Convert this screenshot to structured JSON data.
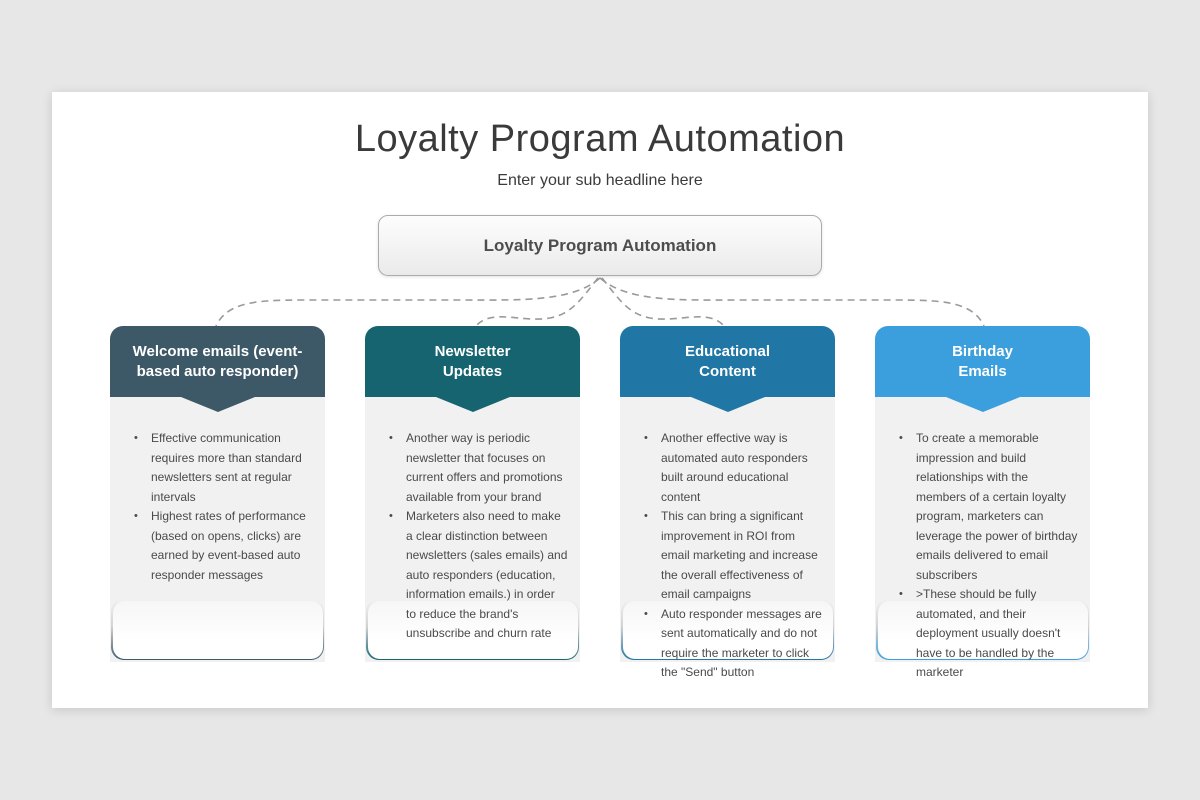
{
  "slide": {
    "title": "Loyalty Program Automation",
    "subtitle": "Enter your sub headline here",
    "root_node": {
      "label": "Loyalty Program Automation"
    },
    "connector_color": "#9a9a9a",
    "cards": [
      {
        "title": "Welcome emails (event-\nbased auto responder)",
        "accent": "#3d5968",
        "bullets": [
          "Effective communication requires more than standard newsletters sent at regular intervals",
          "Highest rates of performance (based on opens, clicks) are earned by event-based auto responder messages"
        ]
      },
      {
        "title": "Newsletter\nUpdates",
        "accent": "#156470",
        "bullets": [
          "Another way is periodic newsletter that focuses on current offers and promotions available from your brand",
          "Marketers also need to make a clear distinction between newsletters (sales emails) and auto responders (education, information emails.) in order to reduce the brand's unsubscribe and churn rate"
        ]
      },
      {
        "title": "Educational\nContent",
        "accent": "#2076a5",
        "bullets": [
          "Another effective way is automated auto responders built around educational content",
          "This can bring a significant improvement in ROI from email marketing and increase the overall effectiveness of email campaigns",
          "Auto responder messages are sent automatically and do not require the marketer to click the \"Send\" button"
        ]
      },
      {
        "title": "Birthday\nEmails",
        "accent": "#3b9edd",
        "bullets": [
          "To create a memorable impression and build relationships with the members of a certain loyalty program, marketers can leverage the power of birthday emails delivered to email subscribers",
          ">These should be fully automated, and their deployment usually doesn't have to be handled by the marketer"
        ]
      }
    ]
  }
}
